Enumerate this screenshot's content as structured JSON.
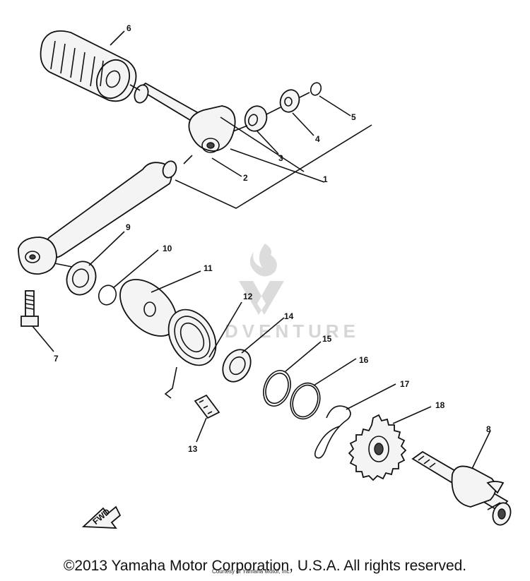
{
  "watermark": {
    "text": "DVENTURE"
  },
  "badge": {
    "label": "FWD"
  },
  "callouts": {
    "c1": "1",
    "c2": "2",
    "c3": "3",
    "c4": "4",
    "c5": "5",
    "c6": "6",
    "c7": "7",
    "c8": "8",
    "c9": "9",
    "c10": "10",
    "c11": "11",
    "c12": "12",
    "c13": "13",
    "c14": "14",
    "c15": "15",
    "c16": "16",
    "c17": "17",
    "c18": "18"
  },
  "footer": {
    "copyright": "©2013 Yamaha Motor Corporation, U.S.A. All rights reserved.",
    "courtesy": "Courtesy of Yamaha Motor, Inc."
  }
}
